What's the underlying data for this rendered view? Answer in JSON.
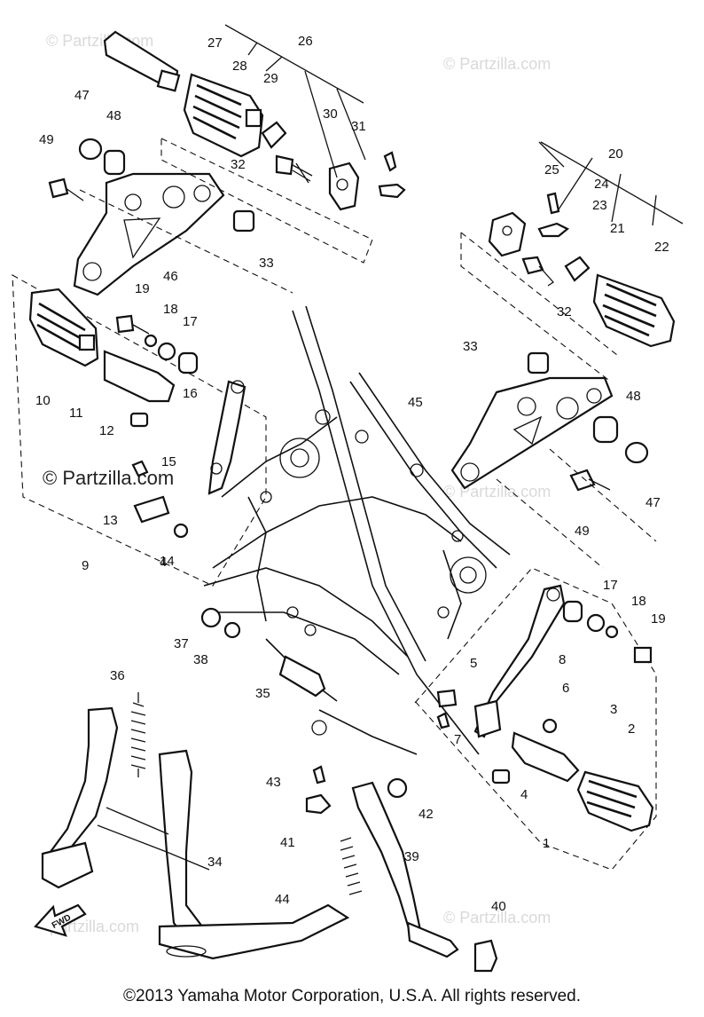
{
  "watermarks": {
    "brand": "© Partzilla.com",
    "brand_center": "© Partzilla.com",
    "brand_partial": "partzilla.com"
  },
  "fwd_label": "FWD",
  "callouts": [
    "1",
    "2",
    "3",
    "4",
    "4",
    "5",
    "6",
    "7",
    "8",
    "9",
    "10",
    "11",
    "12",
    "13",
    "14",
    "15",
    "16",
    "17",
    "17",
    "18",
    "18",
    "19",
    "19",
    "20",
    "21",
    "22",
    "23",
    "24",
    "25",
    "26",
    "27",
    "28",
    "29",
    "30",
    "31",
    "32",
    "32",
    "33",
    "33",
    "34",
    "35",
    "36",
    "37",
    "38",
    "39",
    "40",
    "41",
    "42",
    "43",
    "44",
    "45",
    "46",
    "47",
    "47",
    "48",
    "48",
    "49",
    "49"
  ],
  "copyright": "©2013 Yamaha Motor Corporation, U.S.A. All rights reserved."
}
